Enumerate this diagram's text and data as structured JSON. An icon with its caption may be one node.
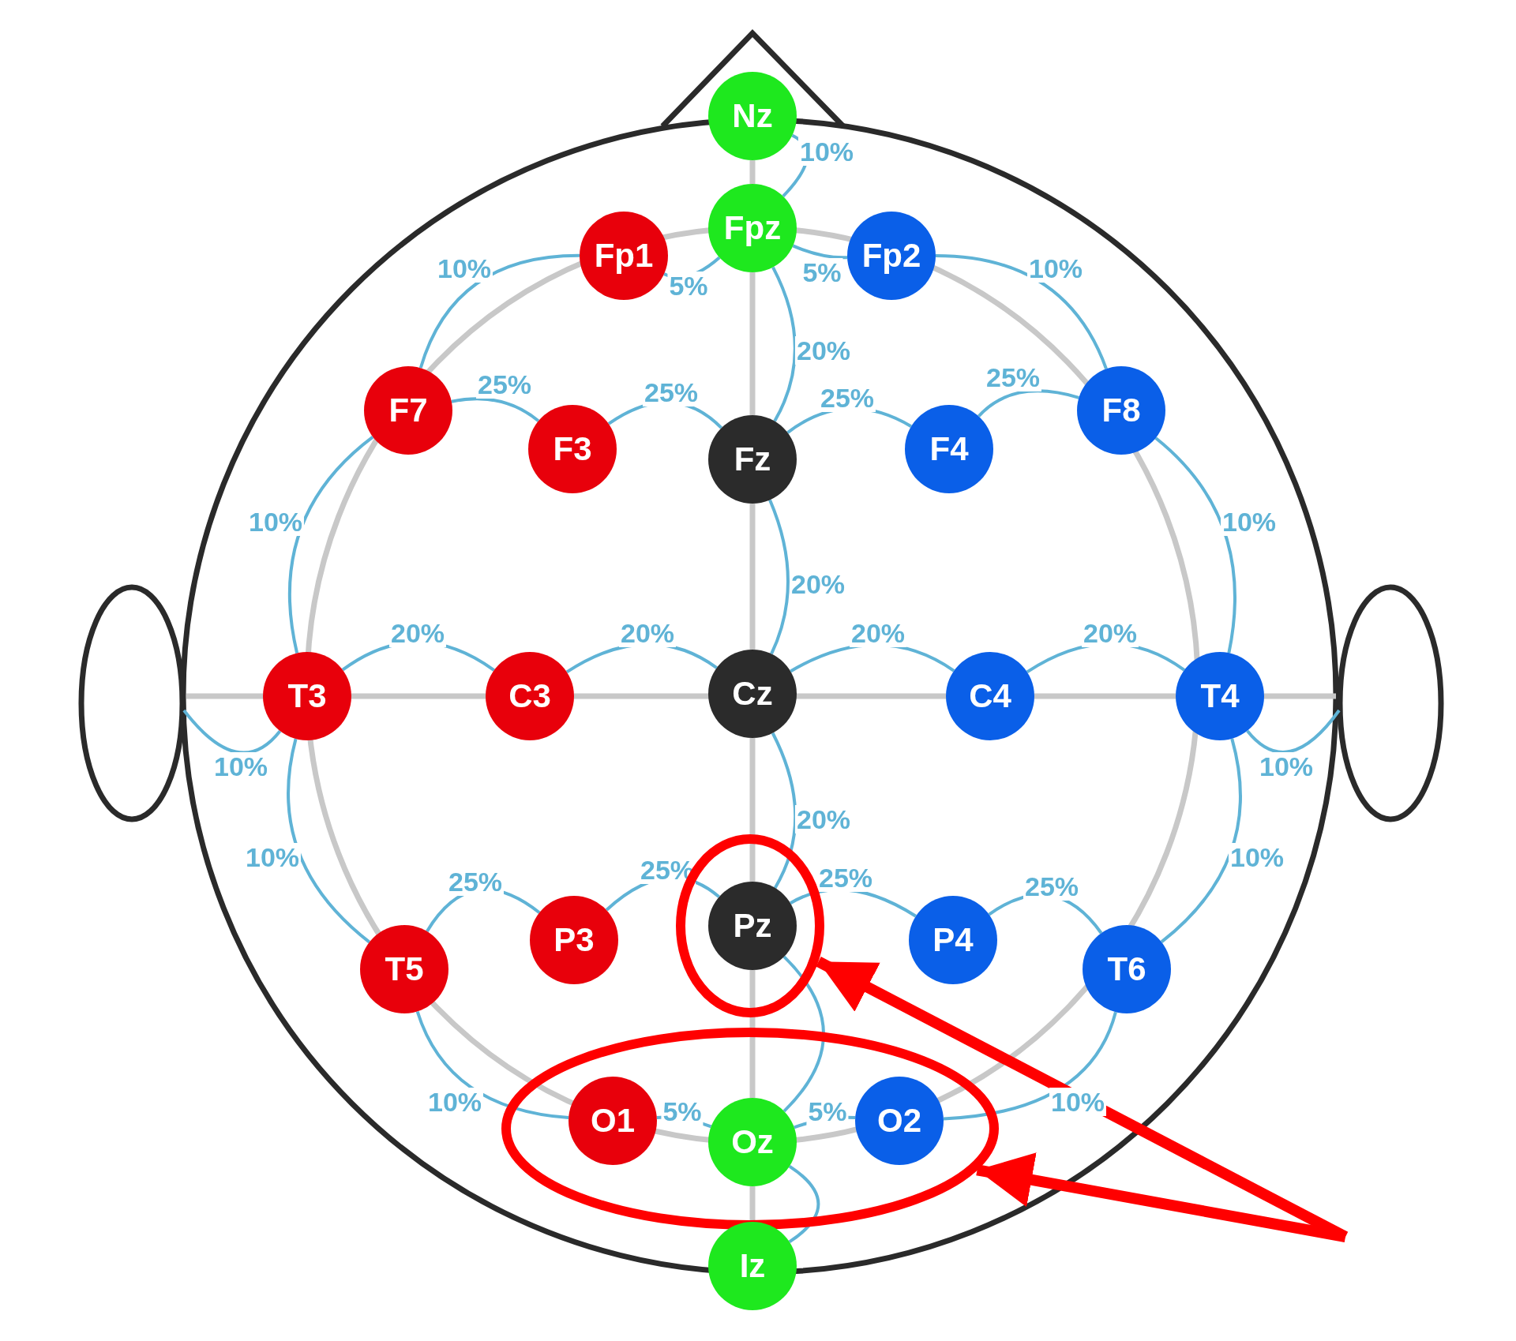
{
  "diagram": {
    "nodes": [
      {
        "text": [
          "Nz"
        ]
      },
      {
        "text": [
          "Fpz"
        ]
      },
      {
        "text": [
          "Fp1"
        ]
      },
      {
        "text": [
          "Fp2"
        ]
      },
      {
        "text": [
          "F7"
        ]
      },
      {
        "text": [
          "F3"
        ]
      },
      {
        "text": [
          "Fz"
        ]
      },
      {
        "text": [
          "F4"
        ]
      },
      {
        "text": [
          "F8"
        ]
      },
      {
        "text": [
          "T3"
        ]
      },
      {
        "text": [
          "C3"
        ]
      },
      {
        "text": [
          "Cz"
        ]
      },
      {
        "text": [
          "C4"
        ]
      },
      {
        "text": [
          "T4"
        ]
      },
      {
        "text": [],
        "shape": "ellipse"
      },
      {
        "text": [
          "T5"
        ]
      },
      {
        "text": [
          "P3"
        ]
      },
      {
        "text": [
          "Pz"
        ],
        "in": 14
      },
      {
        "text": [
          "P4"
        ]
      },
      {
        "text": [
          "T6"
        ]
      },
      {
        "text": [],
        "shape": "ellipse"
      },
      {
        "text": [
          "O1"
        ],
        "in": 20
      },
      {
        "text": [
          "Oz"
        ],
        "in": 20
      },
      {
        "text": [
          "O2"
        ],
        "in": 20
      },
      {
        "text": [
          "Iz"
        ]
      }
    ],
    "edges": [
      {
        "from": 0,
        "to": 1,
        "arrow": "none",
        "label": "10%"
      },
      {
        "from": 2,
        "to": 1,
        "arrow": "none",
        "label": "5%"
      },
      {
        "from": 1,
        "to": 3,
        "arrow": "none",
        "label": "5%"
      },
      {
        "from": 2,
        "to": 4,
        "arrow": "none",
        "label": "10%"
      },
      {
        "from": 3,
        "to": 8,
        "arrow": "none",
        "label": "10%"
      },
      {
        "from": 1,
        "to": 6,
        "arrow": "none",
        "label": "20%"
      },
      {
        "from": 4,
        "to": 5,
        "arrow": "none",
        "label": "25%"
      },
      {
        "from": 5,
        "to": 6,
        "arrow": "none",
        "label": "25%"
      },
      {
        "from": 6,
        "to": 7,
        "arrow": "none",
        "label": "25%"
      },
      {
        "from": 7,
        "to": 8,
        "arrow": "none",
        "label": "25%"
      },
      {
        "from": 4,
        "to": 9,
        "arrow": "none",
        "label": "10%"
      },
      {
        "from": 8,
        "to": 13,
        "arrow": "none",
        "label": "10%"
      },
      {
        "from": 6,
        "to": 11,
        "arrow": "none",
        "label": "20%"
      },
      {
        "from": 9,
        "to": 10,
        "arrow": "none",
        "label": "20%"
      },
      {
        "from": 10,
        "to": 11,
        "arrow": "none",
        "label": "20%"
      },
      {
        "from": 11,
        "to": 12,
        "arrow": "none",
        "label": "20%"
      },
      {
        "from": 12,
        "to": 13,
        "arrow": "none",
        "label": "20%"
      },
      {
        "from": 9,
        "to": null,
        "arrow": "none",
        "label": "10%"
      },
      {
        "from": 13,
        "to": null,
        "arrow": "none",
        "label": "10%"
      },
      {
        "from": 9,
        "to": 15,
        "arrow": "none",
        "label": "10%"
      },
      {
        "from": 13,
        "to": 19,
        "arrow": "none",
        "label": "10%"
      },
      {
        "from": 11,
        "to": 17,
        "arrow": "none",
        "label": "20%"
      },
      {
        "from": 15,
        "to": 16,
        "arrow": "none",
        "label": "25%"
      },
      {
        "from": 16,
        "to": 17,
        "arrow": "none",
        "label": "25%"
      },
      {
        "from": 17,
        "to": 18,
        "arrow": "none",
        "label": "25%"
      },
      {
        "from": 18,
        "to": 19,
        "arrow": "none",
        "label": "25%"
      },
      {
        "from": 17,
        "to": 22,
        "arrow": "none"
      },
      {
        "from": 15,
        "to": 21,
        "arrow": "none",
        "label": "10%"
      },
      {
        "from": 19,
        "to": 23,
        "arrow": "none",
        "label": "10%"
      },
      {
        "from": 21,
        "to": 22,
        "arrow": "none",
        "label": "5%"
      },
      {
        "from": 22,
        "to": 23,
        "arrow": "none",
        "label": "5%"
      },
      {
        "from": 22,
        "to": 24,
        "arrow": "none"
      },
      {
        "from": null,
        "to": 14,
        "arrow": "to",
        "style": "thick",
        "color": "#ff0000"
      },
      {
        "from": null,
        "to": 20,
        "arrow": "to",
        "style": "thick",
        "color": "#ff0000"
      },
      {
        "from": 0,
        "to": 1,
        "arrow": "none",
        "color": "#c8c8c8"
      },
      {
        "from": 1,
        "to": 6,
        "arrow": "none",
        "color": "#c8c8c8"
      },
      {
        "from": 6,
        "to": 11,
        "arrow": "none",
        "color": "#c8c8c8"
      },
      {
        "from": 11,
        "to": 17,
        "arrow": "none",
        "color": "#c8c8c8"
      },
      {
        "from": 17,
        "to": 22,
        "arrow": "none",
        "color": "#c8c8c8"
      },
      {
        "from": 22,
        "to": 24,
        "arrow": "none",
        "color": "#c8c8c8"
      }
    ]
  }
}
